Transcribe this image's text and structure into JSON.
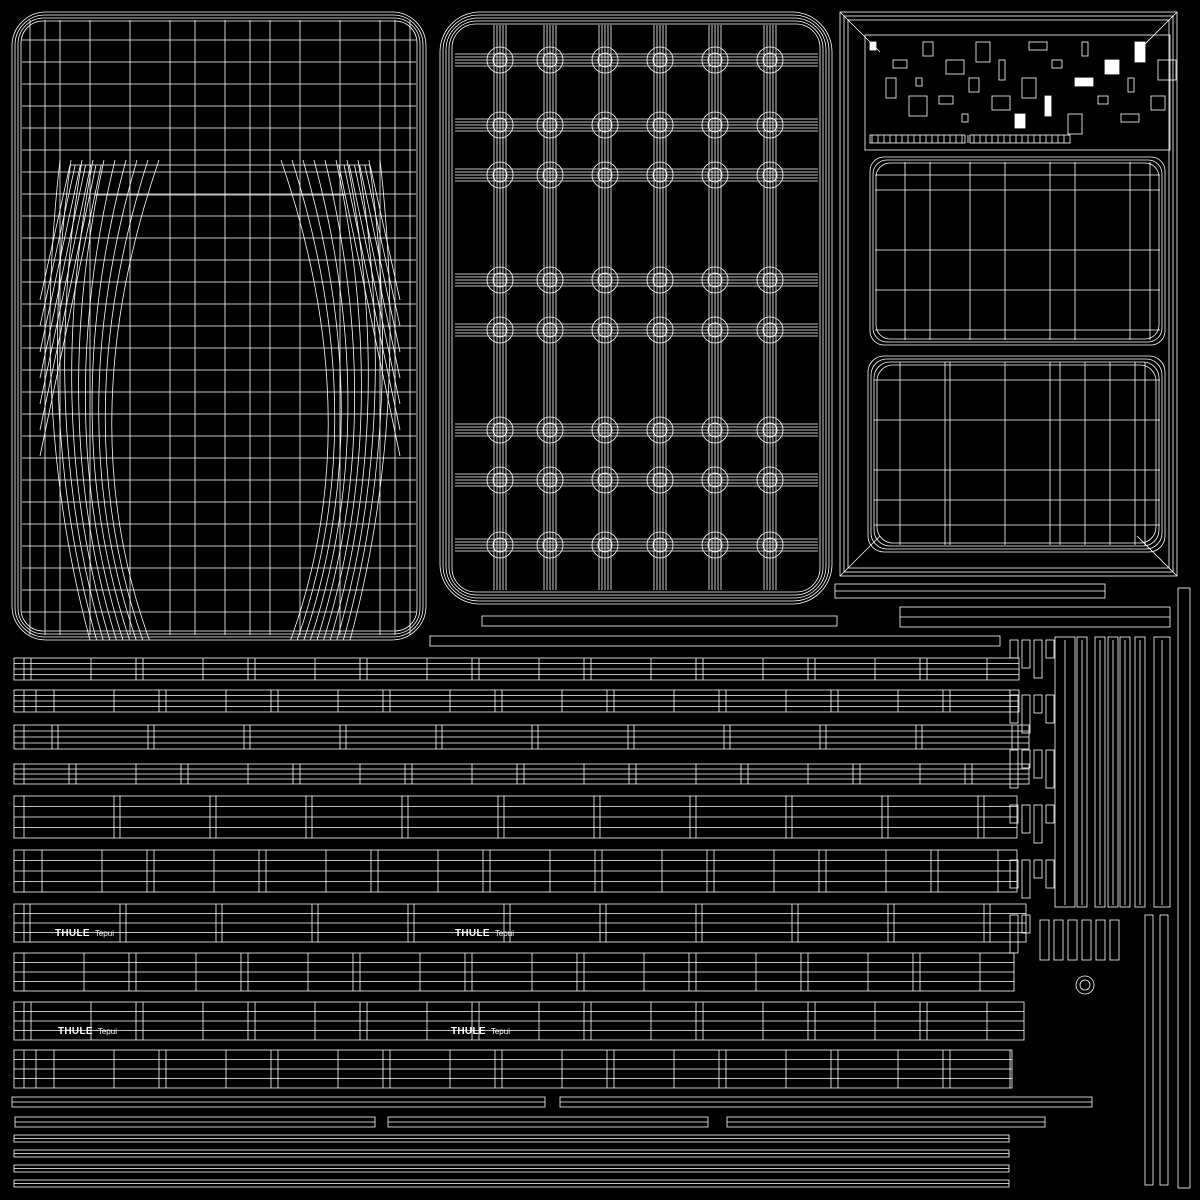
{
  "uv_layout": {
    "background_color": "#000000",
    "line_color": "#ffffff",
    "labels": [
      {
        "brand": "THULE",
        "model": "Tepui"
      },
      {
        "brand": "THULE",
        "model": "Tepui"
      },
      {
        "brand": "THULE",
        "model": "Tepui"
      },
      {
        "brand": "THULE",
        "model": "Tepui"
      }
    ]
  }
}
